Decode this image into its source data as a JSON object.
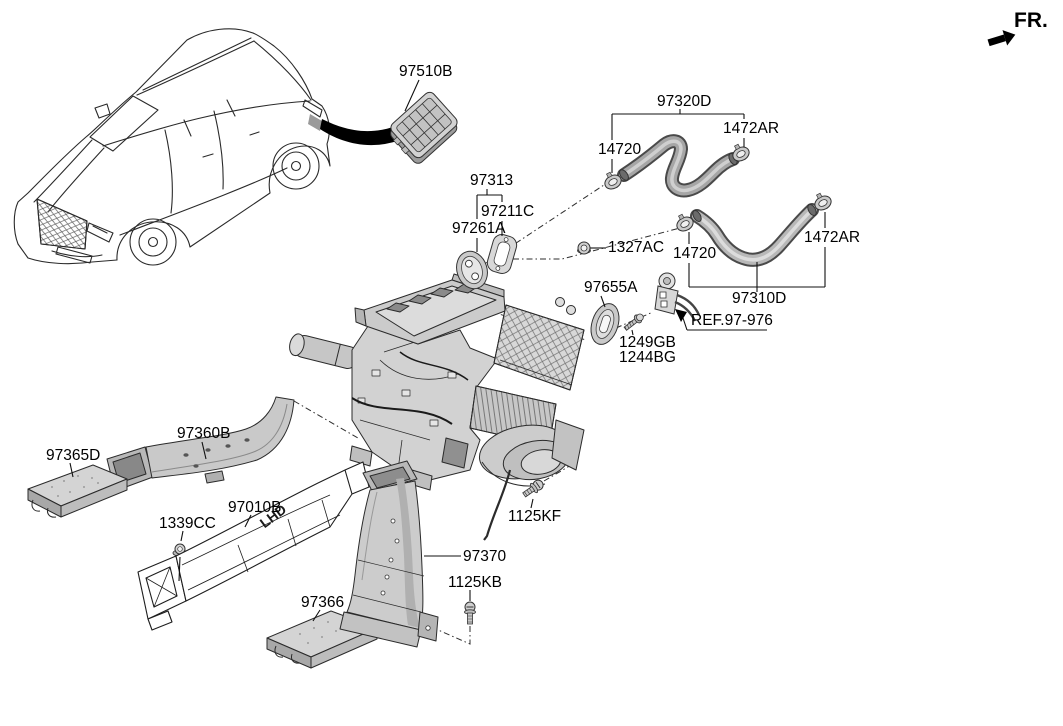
{
  "header": {
    "fr_label": "FR."
  },
  "diagram": {
    "lhd_marking": "LHD",
    "labels": {
      "p97510b": "97510B",
      "p97320d": "97320D",
      "p1472ar_upper": "1472AR",
      "p14720_upper": "14720",
      "p97313": "97313",
      "p97211c": "97211C",
      "p97261a": "97261A",
      "p1327ac": "1327AC",
      "p1472ar_lower": "1472AR",
      "p14720_lower": "14720",
      "p97655a": "97655A",
      "p97310d": "97310D",
      "ref_note": "REF.97-976",
      "p1249gb": "1249GB",
      "p1244bg": "1244BG",
      "p97360b": "97360B",
      "p97365d": "97365D",
      "p97010b": "97010B",
      "p1339cc": "1339CC",
      "p97366": "97366",
      "p97370": "97370",
      "p1125kb": "1125KB",
      "p1125kf": "1125KF"
    }
  }
}
